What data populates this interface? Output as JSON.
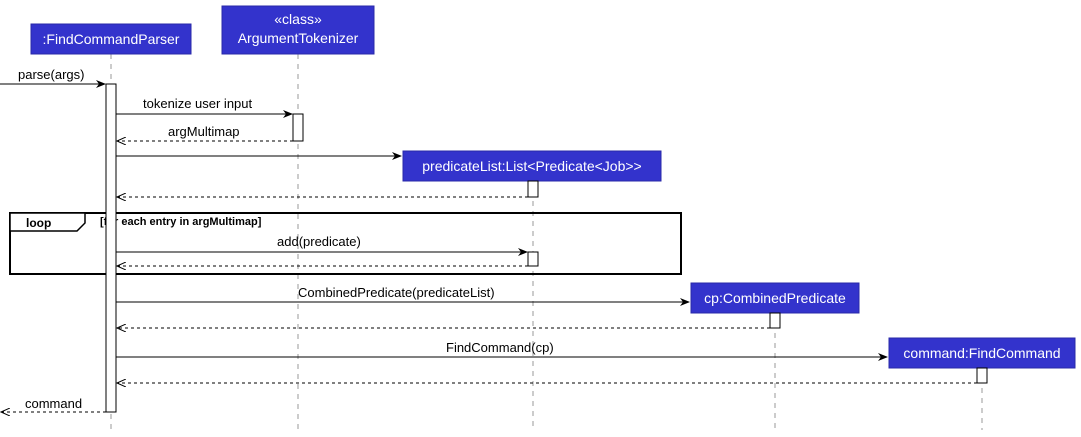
{
  "colors": {
    "participant_fill": "#3333cc",
    "participant_text": "#ffffff",
    "line": "#000000",
    "lifeline": "#9a9a9a",
    "background": "#ffffff"
  },
  "participants": {
    "parser": ":FindCommandParser",
    "tokenizer_stereotype": "«class»",
    "tokenizer": "ArgumentTokenizer",
    "predicate_list": "predicateList:List<Predicate<Job>>",
    "combined_predicate": "cp:CombinedPredicate",
    "find_command": "command:FindCommand"
  },
  "messages": {
    "parse": "parse(args)",
    "tokenize": "tokenize user input",
    "arg_multimap": "argMultimap",
    "add": "add(predicate)",
    "combined": "CombinedPredicate(predicateList)",
    "find_command": "FindCommand(cp)",
    "command": "command"
  },
  "loop": {
    "keyword": "loop",
    "guard": "[for each entry in argMultimap]"
  }
}
